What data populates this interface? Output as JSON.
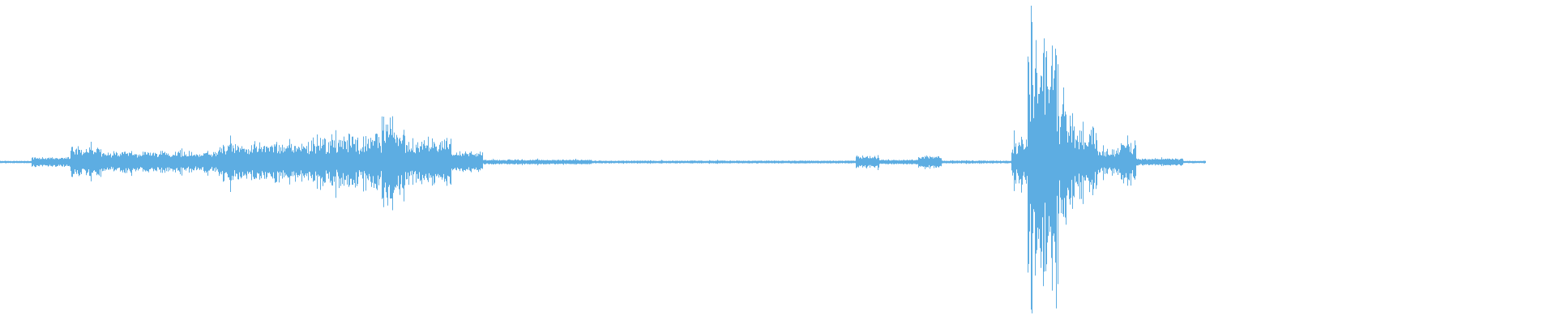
{
  "waveform": {
    "color": "#5dade2",
    "background": "#ffffff",
    "segments": [
      {
        "start": 0.0,
        "end": 0.02,
        "amp": 0.01,
        "noise": 0.15
      },
      {
        "start": 0.02,
        "end": 0.045,
        "amp": 0.04,
        "noise": 0.3
      },
      {
        "start": 0.045,
        "end": 0.065,
        "amp": 0.12,
        "noise": 0.35
      },
      {
        "start": 0.065,
        "end": 0.14,
        "amp": 0.08,
        "noise": 0.35
      },
      {
        "start": 0.14,
        "end": 0.2,
        "amp": 0.15,
        "noise": 0.4
      },
      {
        "start": 0.2,
        "end": 0.245,
        "amp": 0.2,
        "noise": 0.55
      },
      {
        "start": 0.245,
        "end": 0.26,
        "amp": 0.32,
        "noise": 0.55
      },
      {
        "start": 0.26,
        "end": 0.29,
        "amp": 0.18,
        "noise": 0.45
      },
      {
        "start": 0.29,
        "end": 0.31,
        "amp": 0.08,
        "noise": 0.3
      },
      {
        "start": 0.31,
        "end": 0.38,
        "amp": 0.02,
        "noise": 0.2
      },
      {
        "start": 0.38,
        "end": 0.55,
        "amp": 0.012,
        "noise": 0.15
      },
      {
        "start": 0.55,
        "end": 0.565,
        "amp": 0.05,
        "noise": 0.3
      },
      {
        "start": 0.565,
        "end": 0.59,
        "amp": 0.02,
        "noise": 0.2
      },
      {
        "start": 0.59,
        "end": 0.605,
        "amp": 0.05,
        "noise": 0.3
      },
      {
        "start": 0.605,
        "end": 0.65,
        "amp": 0.012,
        "noise": 0.15
      },
      {
        "start": 0.65,
        "end": 0.66,
        "amp": 0.2,
        "noise": 0.6
      },
      {
        "start": 0.66,
        "end": 0.68,
        "amp": 0.95,
        "noise": 0.7
      },
      {
        "start": 0.68,
        "end": 0.69,
        "amp": 0.5,
        "noise": 0.6
      },
      {
        "start": 0.69,
        "end": 0.705,
        "amp": 0.25,
        "noise": 0.55
      },
      {
        "start": 0.705,
        "end": 0.72,
        "amp": 0.1,
        "noise": 0.4
      },
      {
        "start": 0.72,
        "end": 0.73,
        "amp": 0.18,
        "noise": 0.5
      },
      {
        "start": 0.73,
        "end": 0.76,
        "amp": 0.03,
        "noise": 0.25
      },
      {
        "start": 0.76,
        "end": 0.775,
        "amp": 0.01,
        "noise": 0.1
      },
      {
        "start": 0.775,
        "end": 1.0,
        "amp": 0.0,
        "noise": 0.0
      }
    ]
  }
}
